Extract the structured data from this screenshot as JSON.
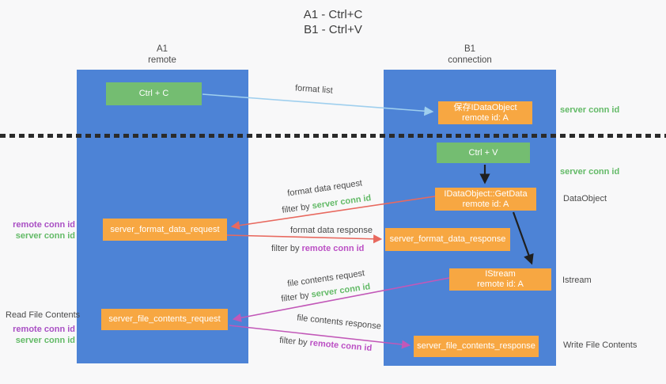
{
  "title": {
    "line1": "A1 - Ctrl+C",
    "line2": "B1 - Ctrl+V"
  },
  "columns": {
    "a": {
      "header_line1": "A1",
      "header_line2": "remote"
    },
    "b": {
      "header_line1": "B1",
      "header_line2": "connection"
    }
  },
  "nodes": {
    "ctrl_c": "Ctrl + C",
    "save_idataobject_line1": "保存IDataObject",
    "save_idataobject_line2": "remote id: A",
    "ctrl_v": "Ctrl + V",
    "getdata_line1": "IDataObject::GetData",
    "getdata_line2": "remote id: A",
    "server_format_data_request": "server_format_data_request",
    "server_format_data_response": "server_format_data_response",
    "istream_line1": "IStream",
    "istream_line2": "remote id: A",
    "server_file_contents_request": "server_file_contents_request",
    "server_file_contents_response": "server_file_contents_response"
  },
  "side_labels": {
    "right_server_conn_id_top": "server conn id",
    "right_server_conn_id_mid": "server conn id",
    "right_dataobject": "DataObject",
    "right_istream": "Istream",
    "right_write_file_contents": "Write File Contents",
    "left_remote_conn_id_top": "remote conn id",
    "left_server_conn_id_top": "server conn id",
    "left_read_file_contents": "Read File Contents",
    "left_remote_conn_id_bottom": "remote conn id",
    "left_server_conn_id_bottom": "server conn id"
  },
  "flow_labels": {
    "format_list": "format list",
    "format_data_request": "format data request",
    "format_data_response": "format data response",
    "file_contents_request": "file contents request",
    "file_contents_response": "file contents response",
    "filter_by": "filter by",
    "server_conn_id": "server conn id",
    "remote_conn_id": "remote conn id"
  },
  "colors": {
    "column_blue": "#4d83d6",
    "node_green": "#74bd71",
    "node_orange": "#f7a742",
    "arrow_light_blue": "#9fcfee",
    "arrow_black": "#1f1f1f",
    "arrow_salmon": "#e8695f",
    "arrow_magenta": "#c258b8",
    "label_green": "#63ba67",
    "label_purple": "#a94fc4",
    "background": "#f8f8f9"
  }
}
